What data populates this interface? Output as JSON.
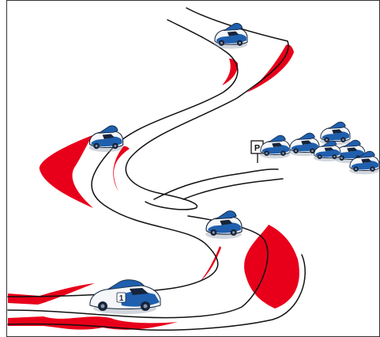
{
  "parking_sign": {
    "letter": "P"
  },
  "race_car": {
    "number": "1"
  },
  "colors": {
    "curb_red": "#e8001a",
    "road_line": "#111111",
    "car_white": "#f4f6fa",
    "car_blue": "#1f5fae",
    "car_dark": "#16243a",
    "background": "#ffffff"
  },
  "scene": {
    "track_car_count": 4,
    "parked_car_count": 6
  }
}
